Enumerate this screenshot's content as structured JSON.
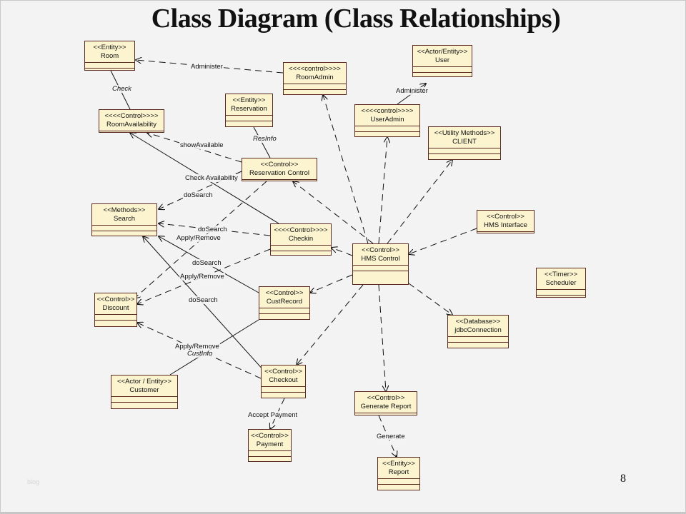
{
  "title": "Class Diagram (Class Relationships)",
  "page_number": "8",
  "watermark": "blog",
  "colors": {
    "class_fill": "#fbf4cf",
    "class_border": "#5a2a22",
    "line": "#111111",
    "background": "#f3f3f4"
  },
  "classes": [
    {
      "id": "room",
      "stereotype": "<<Entity>>",
      "name": "Room"
    },
    {
      "id": "roomadmin",
      "stereotype": "<<<<control>>>>",
      "name": "RoomAdmin"
    },
    {
      "id": "user",
      "stereotype": "<<Actor/Entity>>",
      "name": "User"
    },
    {
      "id": "reservation",
      "stereotype": "<<Entity>>",
      "name": "Reservation"
    },
    {
      "id": "roomavail",
      "stereotype": "<<<<Control>>>>",
      "name": "RoomAvailability"
    },
    {
      "id": "useradmin",
      "stereotype": "<<<<control>>>>",
      "name": "UserAdmin"
    },
    {
      "id": "client",
      "stereotype": "<<Utility Methods>>",
      "name": "CLIENT"
    },
    {
      "id": "rescontrol",
      "stereotype": "<<Control>>",
      "name": "Reservation Control"
    },
    {
      "id": "search",
      "stereotype": "<<Methods>>",
      "name": "Search"
    },
    {
      "id": "hmsinterface",
      "stereotype": "<<Control>>",
      "name": "HMS Interface"
    },
    {
      "id": "checkin",
      "stereotype": "<<<<Control>>>>",
      "name": "Checkin"
    },
    {
      "id": "hmscontrol",
      "stereotype": "<<Control>>",
      "name": "HMS Control"
    },
    {
      "id": "scheduler",
      "stereotype": "<<Timer>>",
      "name": "Scheduler"
    },
    {
      "id": "discount",
      "stereotype": "<<Control>>",
      "name": "Discount"
    },
    {
      "id": "custrecord",
      "stereotype": "<<Control>>",
      "name": "CustRecord"
    },
    {
      "id": "jdbc",
      "stereotype": "<<Database>>",
      "name": "jdbcConnection"
    },
    {
      "id": "customer",
      "stereotype": "<<Actor / Entity>>",
      "name": "Customer"
    },
    {
      "id": "checkout",
      "stereotype": "<<Control>>",
      "name": "Checkout"
    },
    {
      "id": "genreport",
      "stereotype": "<<Control>>",
      "name": "Generate Report"
    },
    {
      "id": "payment",
      "stereotype": "<<Control>>",
      "name": "Payment"
    },
    {
      "id": "report",
      "stereotype": "<<Entity>>",
      "name": "Report"
    }
  ],
  "labels": [
    {
      "id": "administer-room",
      "text": "Administer",
      "italic": false
    },
    {
      "id": "check",
      "text": "Check",
      "italic": true
    },
    {
      "id": "administer-user",
      "text": "Administer",
      "italic": false
    },
    {
      "id": "resinfo",
      "text": "ResInfo",
      "italic": true
    },
    {
      "id": "showavailable",
      "text": "showAvailable",
      "italic": false
    },
    {
      "id": "checkavailability",
      "text": "Check Availability",
      "italic": false
    },
    {
      "id": "dosearch-1",
      "text": "doSearch",
      "italic": false
    },
    {
      "id": "dosearch-2",
      "text": "doSearch",
      "italic": false
    },
    {
      "id": "applyremove-1",
      "text": "Apply/Remove",
      "italic": false
    },
    {
      "id": "dosearch-3",
      "text": "doSearch",
      "italic": false
    },
    {
      "id": "applyremove-2",
      "text": "Apply/Remove",
      "italic": false
    },
    {
      "id": "dosearch-4",
      "text": "doSearch",
      "italic": false
    },
    {
      "id": "applyremove-3",
      "text": "Apply/Remove",
      "italic": false
    },
    {
      "id": "custinfo",
      "text": "CustInfo",
      "italic": true
    },
    {
      "id": "acceptpayment",
      "text": "Accept Payment",
      "italic": false
    },
    {
      "id": "generate",
      "text": "Generate",
      "italic": false
    }
  ]
}
